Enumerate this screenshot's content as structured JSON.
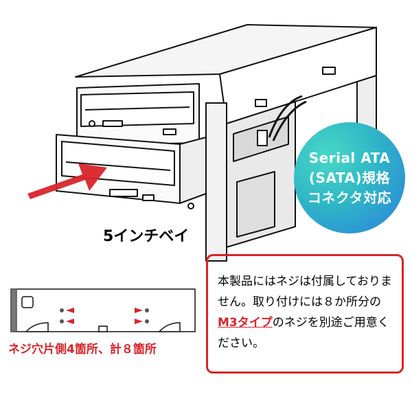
{
  "badge": {
    "line1": "Serial ATA",
    "line2": "(SATA)規格",
    "line3": "コネクタ対応"
  },
  "bay_label": "5インチベイ",
  "notice": {
    "text_a": "本製品にはネジは付属しておりません。取り付けには８か所分の",
    "highlight": "M3タイプ",
    "text_b": "のネジを別途ご用意ください。"
  },
  "screw_label": "ネジ穴片側4箇所、計８箇所",
  "colors": {
    "accent_red": "#d8242a",
    "badge_teal": "#2fb6c6",
    "badge_blue": "#2a7fe0"
  },
  "icons": [
    "pc-case-illustration",
    "insert-arrow-icon",
    "drive-side-illustration",
    "screw-hole-arrow-icon"
  ]
}
